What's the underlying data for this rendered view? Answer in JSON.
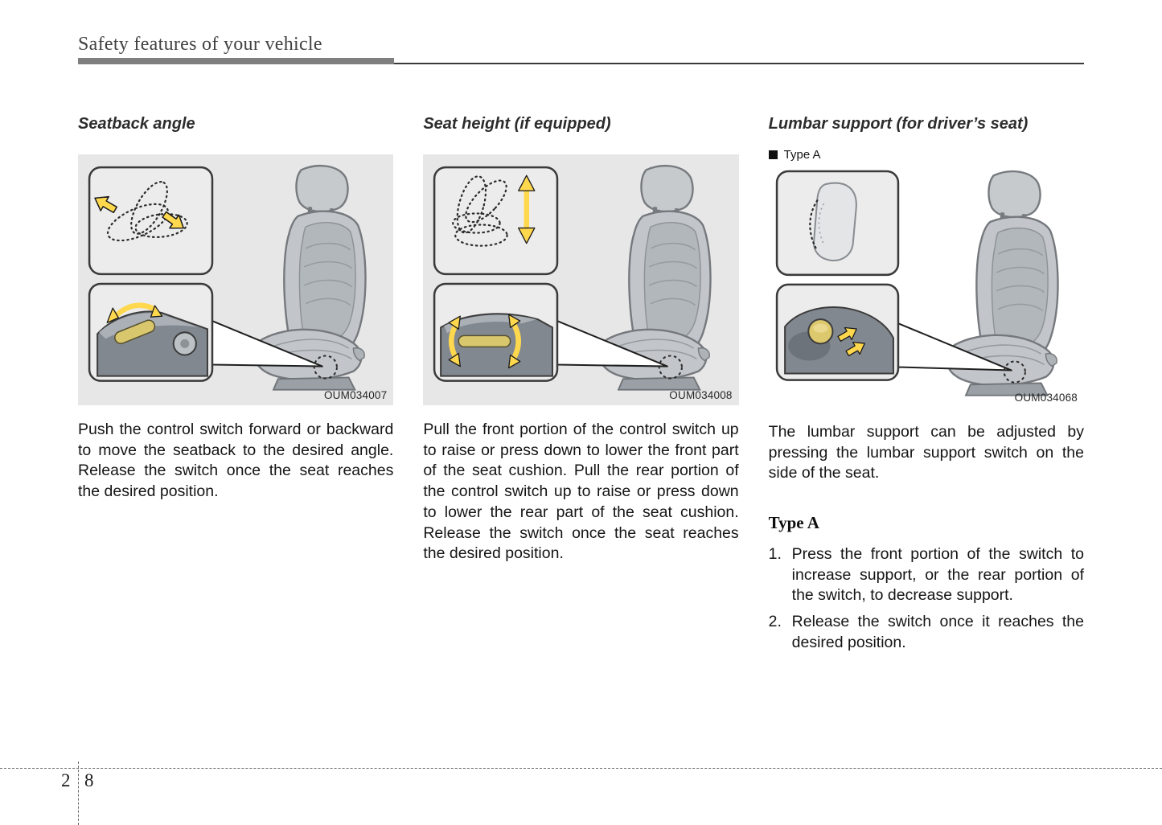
{
  "header": {
    "title": "Safety features of your vehicle"
  },
  "sections": [
    {
      "heading": "Seatback angle",
      "figure_code": "OUM034007",
      "body": "Push the control switch forward or backward to move the seatback to the desired angle. Release the switch once the seat reaches the desired position."
    },
    {
      "heading": "Seat height (if equipped)",
      "figure_code": "OUM034008",
      "body": "Pull the front portion of the control switch up to raise or press down to lower the front part of the seat cushion. Pull the rear portion of the control switch up to raise or press down to lower the rear part of the seat cushion. Release the switch once the seat reaches the desired position."
    },
    {
      "heading": "Lumbar support (for driver’s seat)",
      "type_label": "Type A",
      "figure_code": "OUM034068",
      "body": "The lumbar support can be adjusted by pressing the lumbar support switch on the side of the seat.",
      "subheading": "Type A",
      "steps": [
        {
          "num": "1.",
          "text": "Press the front portion of the switch to increase support, or the rear portion of the switch, to decrease support."
        },
        {
          "num": "2.",
          "text": "Release the switch once it reaches the desired position."
        }
      ]
    }
  ],
  "footer": {
    "chapter": "2",
    "page": "8"
  },
  "colors": {
    "accent_yellow": "#ffd84d",
    "panel_gray": "#e7e7e7",
    "rule_gray": "#7f7f7f"
  }
}
